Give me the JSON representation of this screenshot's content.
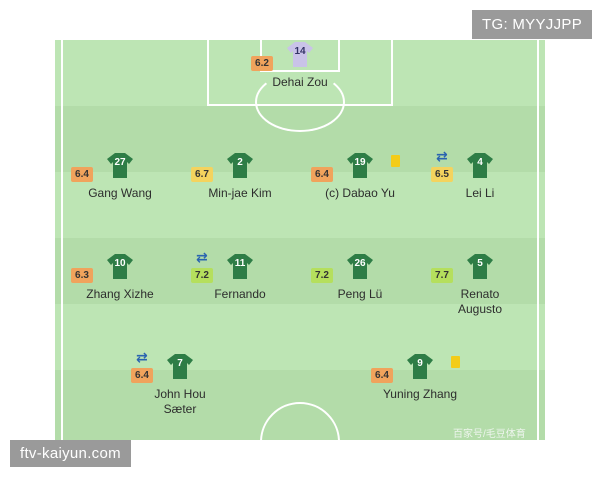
{
  "colors": {
    "outfield_jersey": "#2e7d46",
    "keeper_jersey": "#c9c3e8",
    "rating_orange": "#f0a35c",
    "rating_yellow": "#f4d35e",
    "rating_lime": "#b5df5d",
    "card_yellow": "#f3cc19",
    "sub_icon": "#2a64b0",
    "pitch": "#bde5b4"
  },
  "icons": {
    "substitution": "swap-arrows-icon",
    "booking": "yellow-card-icon",
    "shirt": "jersey-icon"
  },
  "watermarks": {
    "top_right": "TG: MYYJJPP",
    "bottom_left": "ftv-kaiyun.com",
    "bottom_right": "百家号/毛豆体育"
  },
  "players": [
    {
      "number": "14",
      "rating": "6.2",
      "name": "Dehai Zou",
      "name_line2": "",
      "position": "goalkeeper",
      "rating_color": "orange",
      "yellow_card": false,
      "substituted": false
    },
    {
      "number": "27",
      "rating": "6.4",
      "name": "Gang Wang",
      "name_line2": "",
      "position": "defender",
      "rating_color": "orange",
      "yellow_card": false,
      "substituted": false
    },
    {
      "number": "2",
      "rating": "6.7",
      "name": "Min-jae Kim",
      "name_line2": "",
      "position": "defender",
      "rating_color": "yellow",
      "yellow_card": false,
      "substituted": false
    },
    {
      "number": "19",
      "rating": "6.4",
      "name": "(c) Dabao Yu",
      "name_line2": "",
      "position": "defender",
      "rating_color": "orange",
      "yellow_card": true,
      "substituted": false
    },
    {
      "number": "4",
      "rating": "6.5",
      "name": "Lei Li",
      "name_line2": "",
      "position": "defender",
      "rating_color": "yellow",
      "yellow_card": false,
      "substituted": true
    },
    {
      "number": "10",
      "rating": "6.3",
      "name": "Zhang Xizhe",
      "name_line2": "",
      "position": "midfielder",
      "rating_color": "orange",
      "yellow_card": false,
      "substituted": false
    },
    {
      "number": "11",
      "rating": "7.2",
      "name": "Fernando",
      "name_line2": "",
      "position": "midfielder",
      "rating_color": "lime",
      "yellow_card": false,
      "substituted": true
    },
    {
      "number": "26",
      "rating": "7.2",
      "name": "Peng Lü",
      "name_line2": "",
      "position": "midfielder",
      "rating_color": "lime",
      "yellow_card": false,
      "substituted": false
    },
    {
      "number": "5",
      "rating": "7.7",
      "name": "Renato",
      "name_line2": "Augusto",
      "position": "midfielder",
      "rating_color": "lime",
      "yellow_card": false,
      "substituted": false
    },
    {
      "number": "7",
      "rating": "6.4",
      "name": "John Hou",
      "name_line2": "Sæter",
      "position": "forward",
      "rating_color": "orange",
      "yellow_card": false,
      "substituted": true
    },
    {
      "number": "9",
      "rating": "6.4",
      "name": "Yuning Zhang",
      "name_line2": "",
      "position": "forward",
      "rating_color": "orange",
      "yellow_card": true,
      "substituted": false
    }
  ]
}
